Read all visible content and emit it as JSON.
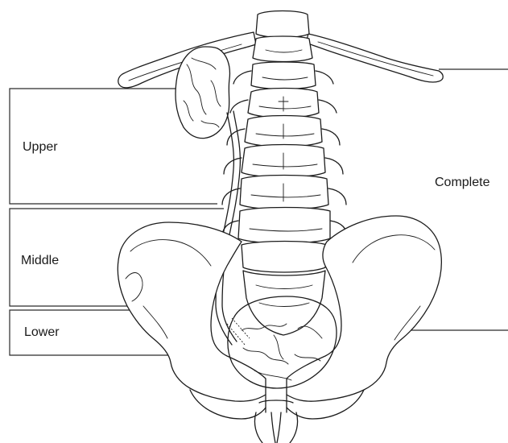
{
  "labels": {
    "upper": "Upper",
    "middle": "Middle",
    "lower": "Lower",
    "complete": "Complete"
  },
  "colors": {
    "line": "#1c1c1c",
    "background": "#ffffff"
  }
}
